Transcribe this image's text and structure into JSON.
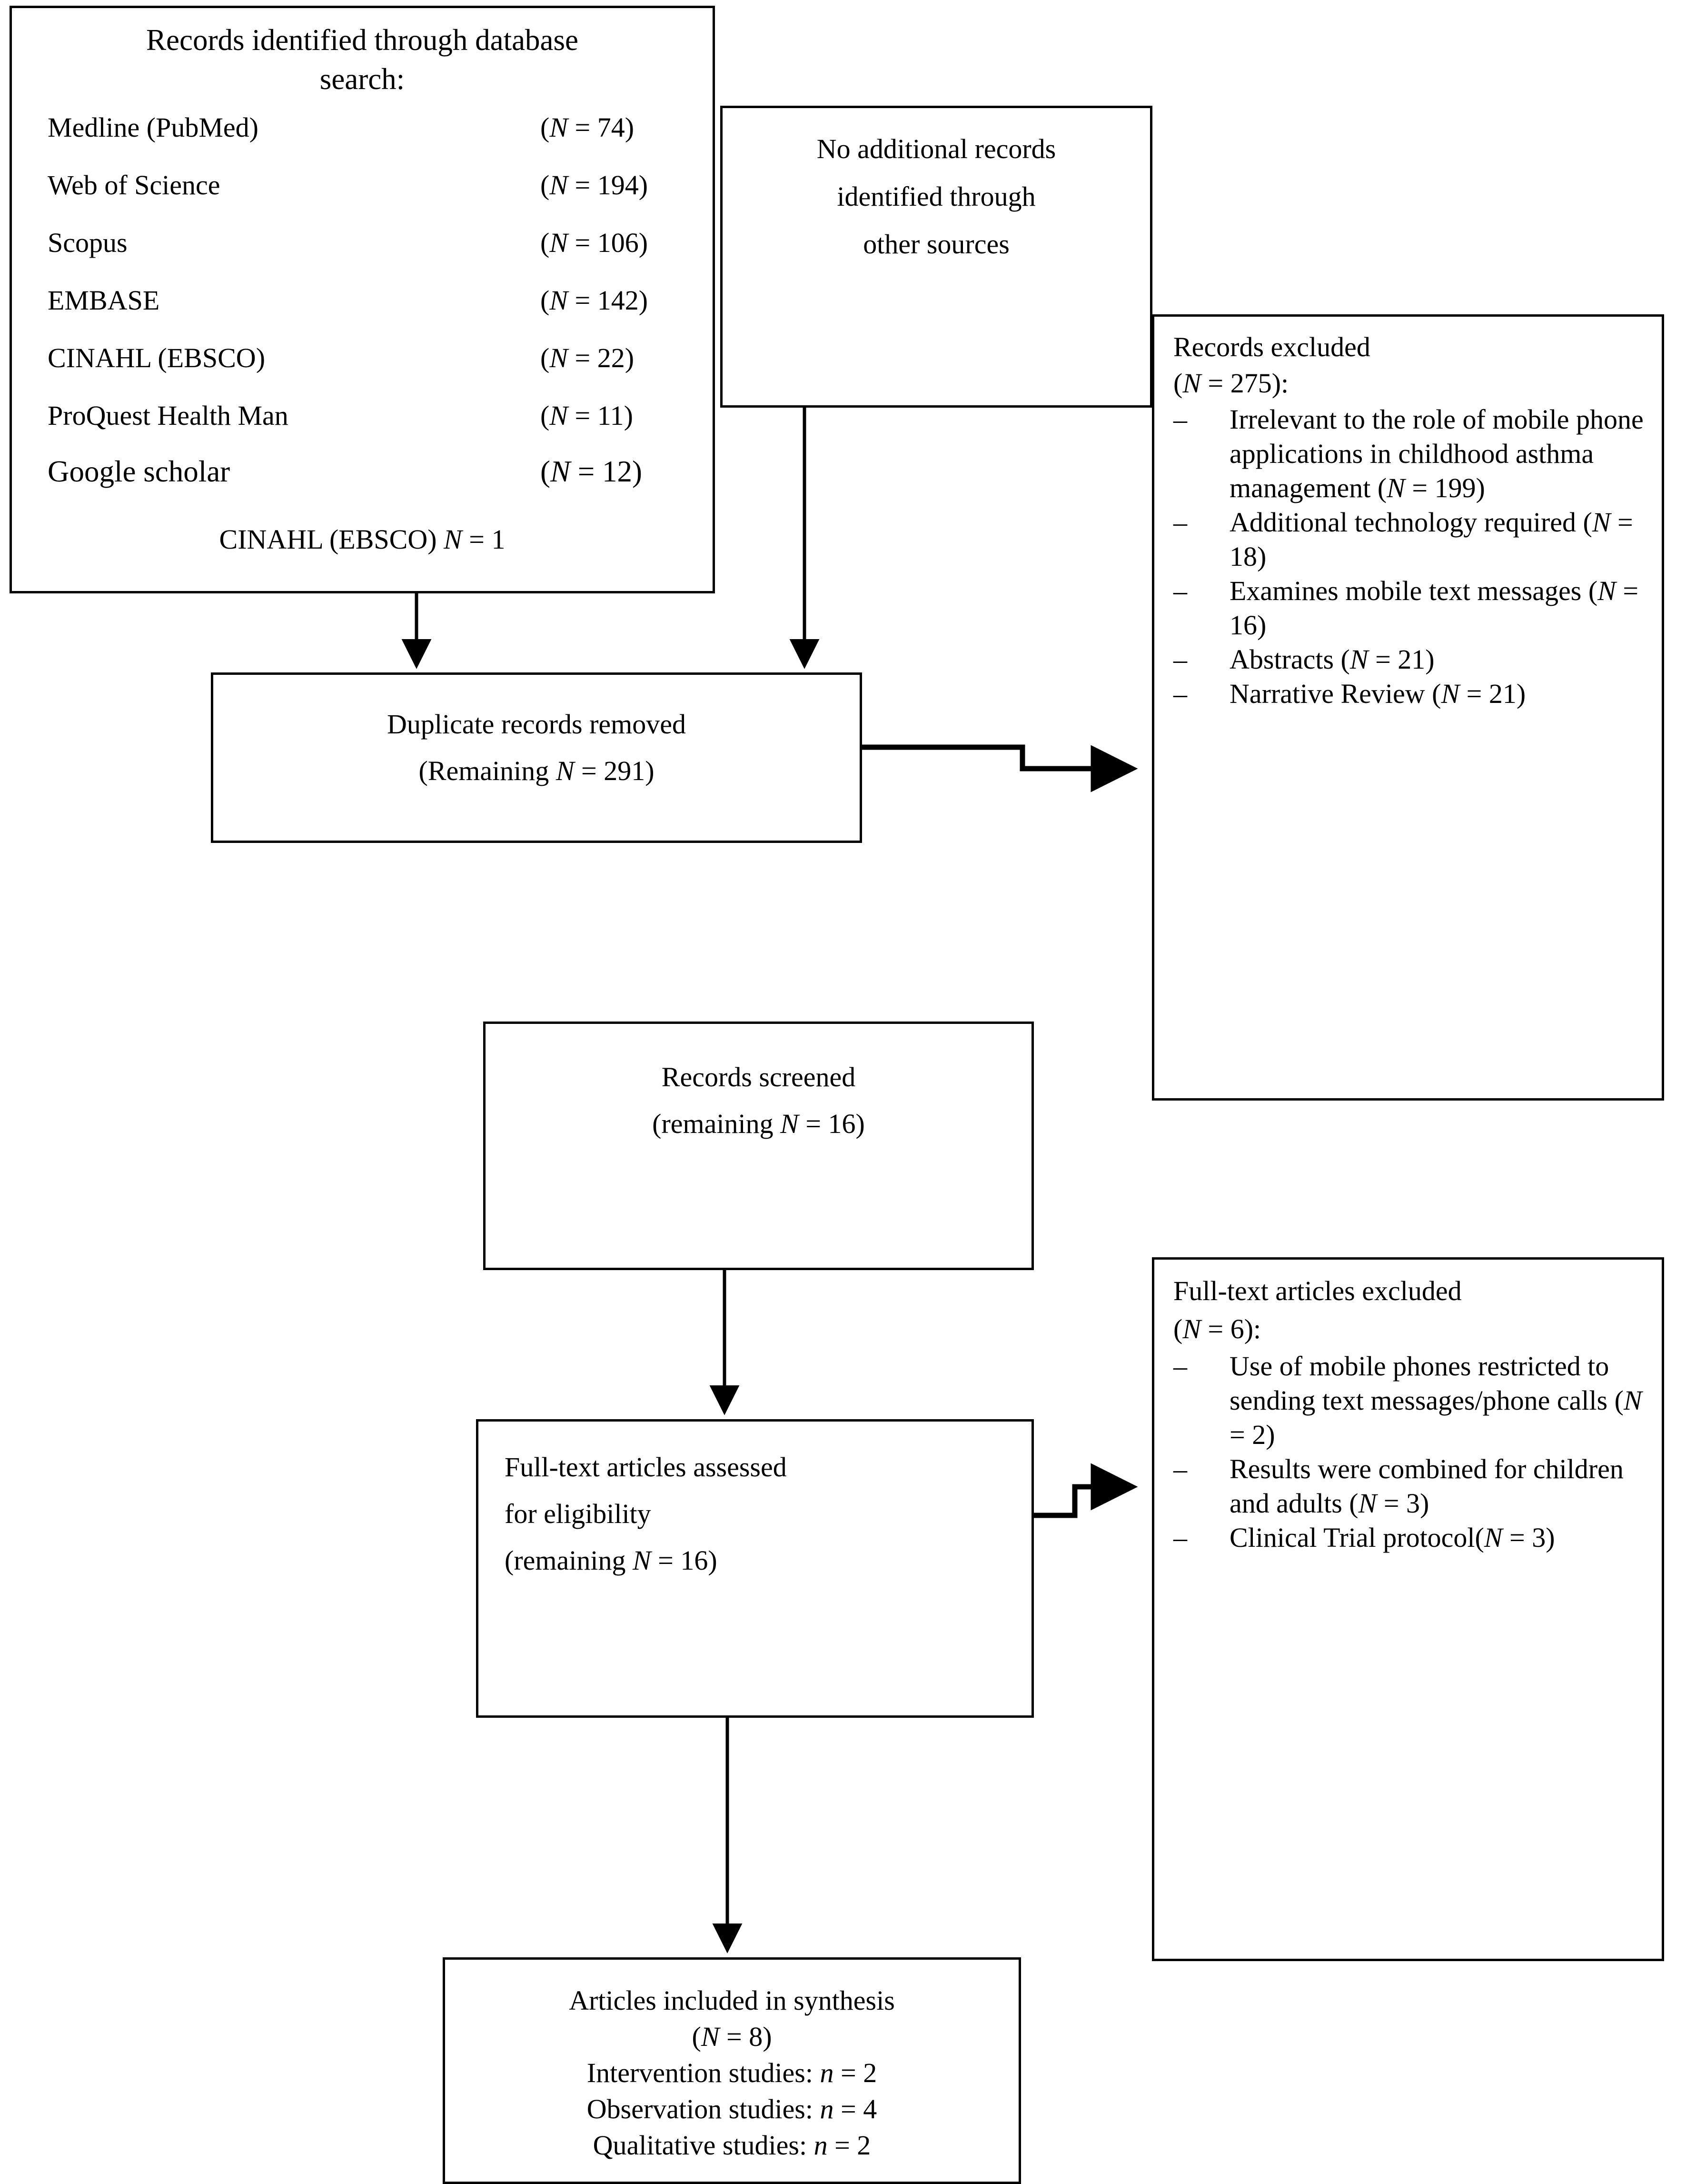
{
  "figure": {
    "type": "prisma-flow-diagram",
    "colors": {
      "line": "#000000",
      "background": "#ffffff",
      "text": "#000000"
    }
  },
  "identification_box": {
    "title_line1": "Records identified through database",
    "title_line2": "search:",
    "sources": [
      {
        "name": "Medline (PubMed)",
        "count": "(N = 74)"
      },
      {
        "name": "Web of Science",
        "count": "(N = 194)"
      },
      {
        "name": "Scopus",
        "count": "(N = 106)"
      },
      {
        "name": "EMBASE",
        "count": "(N = 142)"
      },
      {
        "name": "CINAHL (EBSCO)",
        "count": "(N = 22)"
      },
      {
        "name": "ProQuest Health Man",
        "count": "(N = 11)"
      },
      {
        "name": "Google scholar",
        "count": "(N = 12)"
      }
    ],
    "footnote": "CINAHL (EBSCO) N = 1"
  },
  "other_sources_box": {
    "line1": "No additional records",
    "line2": "identified through",
    "line3": "other sources"
  },
  "records_excluded_box": {
    "heading": "Records excluded",
    "total": "(N = 275):",
    "dash": "–",
    "items": [
      "Irrelevant to the role of mobile phone applications in childhood asthma management (N = 199)",
      "Additional technology required (N = 18)",
      "Examines mobile text messages (N = 16)",
      "Abstracts (N = 21)",
      "Narrative Review (N = 21)"
    ]
  },
  "duplicates_box": {
    "line1": "Duplicate records removed",
    "line2": "(Remaining N = 291)"
  },
  "screened_box": {
    "line1": "Records screened",
    "line2": "(remaining N = 16)"
  },
  "eligibility_box": {
    "line1": "Full-text articles assessed",
    "line2": "for eligibility",
    "line3": "(remaining N = 16)"
  },
  "fulltext_excluded_box": {
    "heading": "Full-text articles excluded",
    "total": "(N = 6):",
    "dash": "–",
    "items": [
      "Use of mobile phones restricted to sending text messages/phone calls (N = 2)",
      "Results were combined for children and adults (N = 3)",
      "Clinical Trial protocol(N = 3)"
    ]
  },
  "included_box": {
    "line1": "Articles included in synthesis",
    "line2": "(N = 8)",
    "line3": "Intervention studies: n = 2",
    "line4": "Observation studies: n = 4",
    "line5": "Qualitative studies: n = 2"
  },
  "connectors": [
    {
      "name": "identification-to-duplicates",
      "kind": "arrow-down"
    },
    {
      "name": "other-sources-to-duplicates",
      "kind": "arrow-down"
    },
    {
      "name": "duplicates-to-records-excluded",
      "kind": "arrow-stepped-right-down"
    },
    {
      "name": "screened-to-eligibility",
      "kind": "arrow-down"
    },
    {
      "name": "eligibility-to-fulltext-excluded",
      "kind": "arrow-stepped-right-up"
    },
    {
      "name": "eligibility-to-included",
      "kind": "arrow-down"
    }
  ]
}
